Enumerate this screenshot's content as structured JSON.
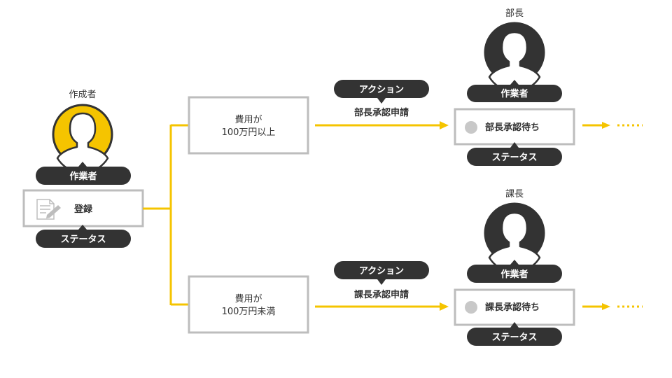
{
  "colors": {
    "accent": "#F5C400",
    "dark": "#333333",
    "box_border": "#BDBDBD",
    "status_dot": "#C8C8C8"
  },
  "creator": {
    "role_label": "作成者",
    "worker_badge": "作業者",
    "status_text": "登録",
    "status_badge": "ステータス",
    "icon": "document-pen-icon"
  },
  "conditions": [
    {
      "line1": "費用が",
      "line2": "100万円以上"
    },
    {
      "line1": "費用が",
      "line2": "100万円未満"
    }
  ],
  "branches": [
    {
      "action_badge": "アクション",
      "action_label": "部長承認申請",
      "approver_role": "部長",
      "worker_badge": "作業者",
      "status_text": "部長承認待ち",
      "status_badge": "ステータス"
    },
    {
      "action_badge": "アクション",
      "action_label": "課長承認申請",
      "approver_role": "課長",
      "worker_badge": "作業者",
      "status_text": "課長承認待ち",
      "status_badge": "ステータス"
    }
  ]
}
